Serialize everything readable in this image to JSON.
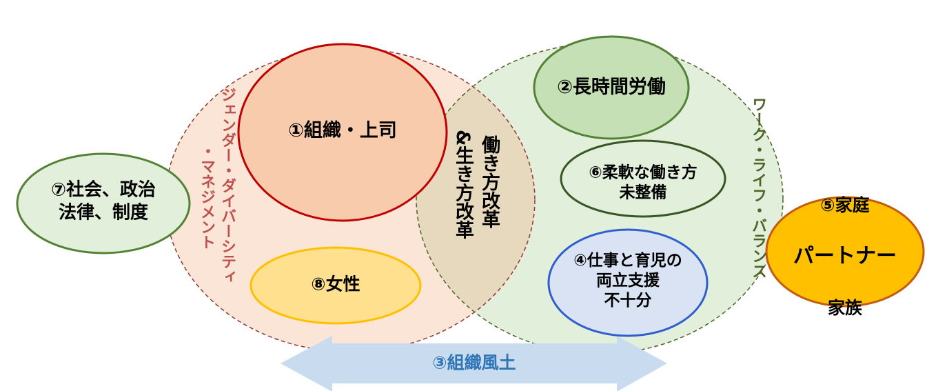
{
  "circles": {
    "c1": "①組織・上司",
    "c2": "②長時間労働",
    "c3": "③組織風土",
    "c4": "④仕事と育児の\n両立支援\n不十分",
    "c5_line1": "⑤家庭",
    "c5_line2": "パートナー",
    "c5_line3": "家族",
    "c6": "⑥柔軟な働き方\n未整備",
    "c7": "⑦社会、政治\n法律、制度",
    "c8": "⑧女性"
  },
  "overlap": {
    "line1": "働き方改革",
    "line2": "&生き方改革"
  },
  "left_region": {
    "line1": "ジェンダー・ダイバーシティ",
    "line2": "・マネジメント"
  },
  "right_region": {
    "label": "ワーク・ライフ・バランス"
  },
  "colors": {
    "gender": "#c0504d",
    "wlb": "#4f6228",
    "culture": "#2e75b6"
  }
}
